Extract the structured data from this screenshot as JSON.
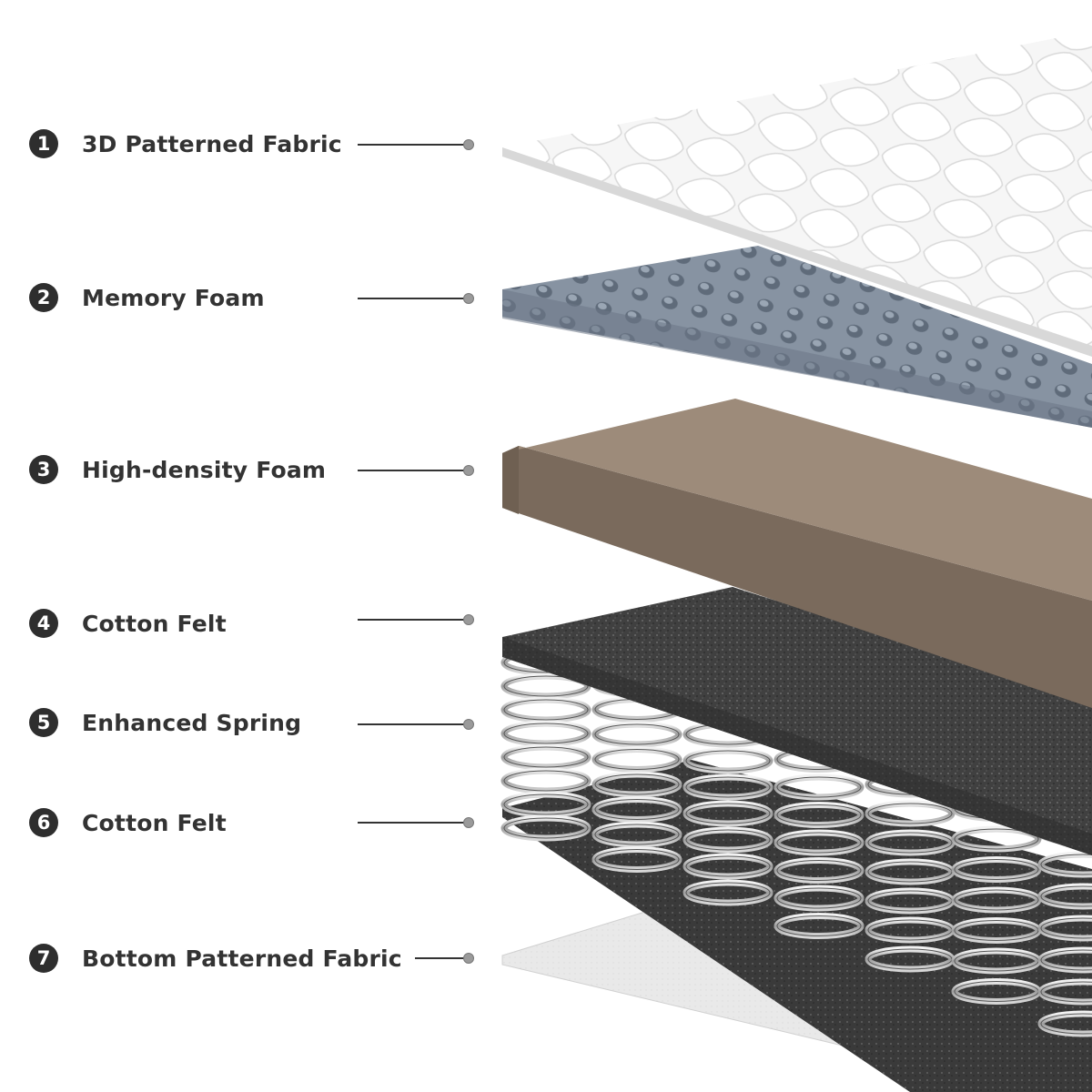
{
  "layers": [
    {
      "number": "1",
      "name": "3D Patterned Fabric",
      "color": "#f4f4f4"
    },
    {
      "number": "2",
      "name": "Memory Foam",
      "color": "#7e8a99"
    },
    {
      "number": "3",
      "name": "High-density Foam",
      "color": "#9a8878"
    },
    {
      "number": "4",
      "name": "Cotton Felt",
      "color": "#3f3f3f"
    },
    {
      "number": "5",
      "name": "Enhanced Spring",
      "color": "#b8b8b8"
    },
    {
      "number": "6",
      "name": "Cotton Felt",
      "color": "#3a3a3a"
    },
    {
      "number": "7",
      "name": "Bottom Patterned Fabric",
      "color": "#e8e8e8"
    }
  ]
}
